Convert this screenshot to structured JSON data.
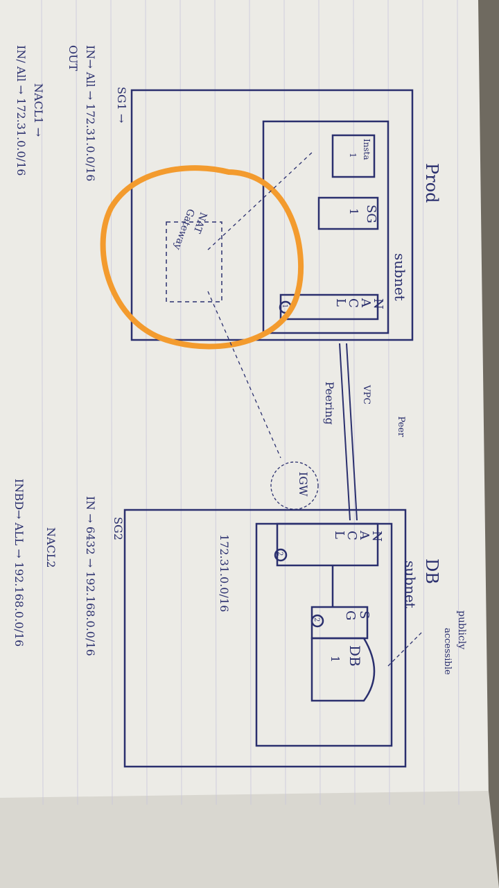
{
  "prod": {
    "title": "Prod",
    "subnet_label": "subnet",
    "instance_label": [
      "Insta",
      "1"
    ],
    "sg_box": [
      "SG",
      "1"
    ],
    "nacl_box": [
      "N",
      "A",
      "C",
      "L"
    ],
    "nacl_badge": "1",
    "nat_label": [
      "NAT",
      "Gateway"
    ]
  },
  "peering": {
    "label_1": "VPC",
    "label_2": "Peering",
    "badge": "Peer",
    "igw": "IGW"
  },
  "db": {
    "title": "DB",
    "subnet_label": "subnet",
    "publicly_accessible": [
      "publicly",
      "accessible"
    ],
    "nacl_box": [
      "N",
      "A",
      "C",
      "L"
    ],
    "nacl_badge": "2",
    "sg_box": [
      "S",
      "G"
    ],
    "sg_badge": "2",
    "db_label": [
      "DB",
      "1"
    ],
    "cidr": "172.31.0.0/16"
  },
  "rules_prod": {
    "sg_title": "SG1 →",
    "sg_in": "IN→ All → 172.31.0.0/16",
    "sg_out": "OUT",
    "nacl_title": "NACL1 →",
    "nacl_rule": "IN/ All → 172.31.0.0/16"
  },
  "rules_db": {
    "sg_title": "SG2",
    "sg_in": "IN → 6432 → 192.168.0.0/16",
    "nacl_title": "NACL2",
    "nacl_rule": "INBD→ ALL → 192.168.0.0/16"
  },
  "colors": {
    "ink": "#2a2f6e",
    "highlight": "#f39b2e",
    "paper": "#ecebe6",
    "paper_shadow": "#d9d7d0",
    "rule_line": "#c9c6dc"
  }
}
